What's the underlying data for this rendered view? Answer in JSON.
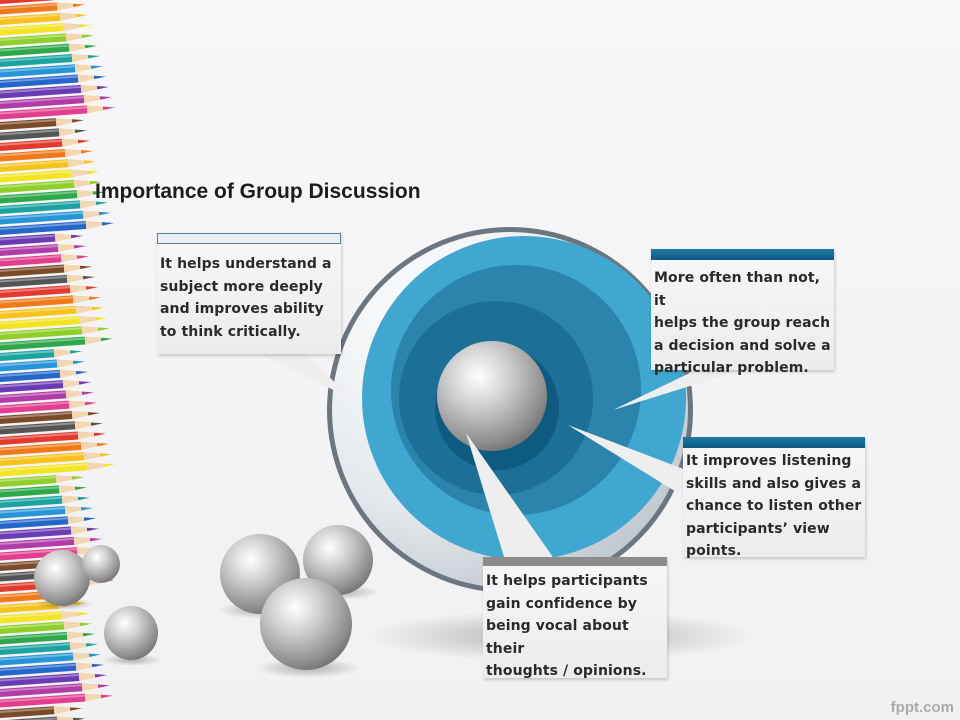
{
  "title": "Importance of Group Discussion",
  "callouts": [
    {
      "text": "It helps understand a\nsubject more deeply\nand improves ability\nto think critically."
    },
    {
      "text": "More often than not, it\nhelps the group reach\na decision and solve a\nparticular problem."
    },
    {
      "text": "It improves listening\nskills and also gives a\nchance to listen other\nparticipants’ view\npoints."
    },
    {
      "text": "It helps participants\ngain confidence by\nbeing vocal about their\nthoughts / opinions."
    }
  ],
  "watermark": "fppt.com",
  "colors": {
    "ring_light": "#3fa7d0",
    "ring_mid": "#2a84ab",
    "ring_dark": "#1c6f97",
    "ring_core": "#0f5a80",
    "accent_bar": "#1f78a6",
    "pencils": [
      "#e23b2e",
      "#f07a1a",
      "#f6c21c",
      "#f2e422",
      "#8fcf2a",
      "#2ea84a",
      "#1aa3a0",
      "#2595d8",
      "#2466c9",
      "#6a3bb3",
      "#b13ca8",
      "#e23d8e",
      "#7b4a2a",
      "#555555"
    ]
  }
}
